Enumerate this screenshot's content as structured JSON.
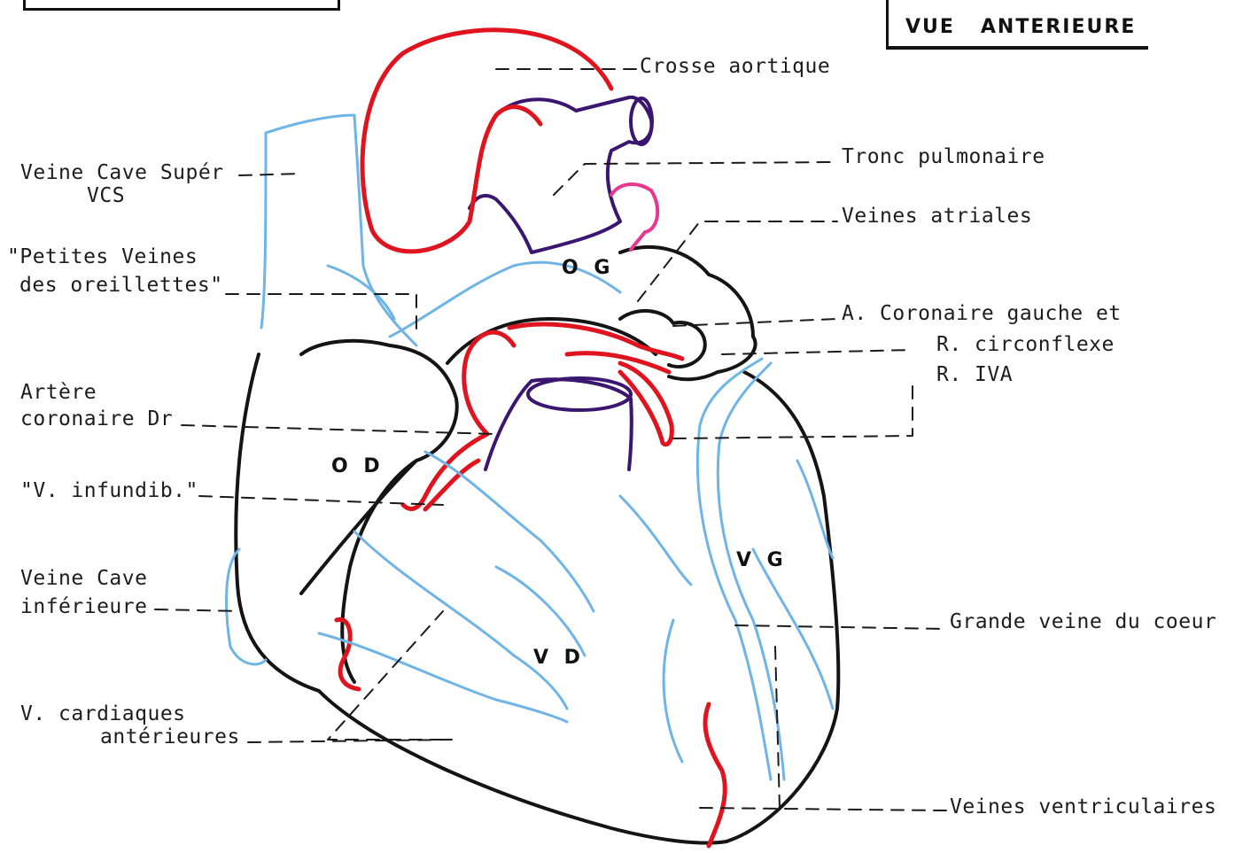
{
  "title": "VUE   ANTERIEURE",
  "labels": {
    "crosse_aortique": "Crosse aortique",
    "tronc_pulmonaire": "Tronc pulmonaire",
    "veines_atriales": "Veines atriales",
    "vcs_line1": "Veine Cave Supér",
    "vcs_line2": "VCS",
    "petites_veines_line1": "\"Petites Veines",
    "petites_veines_line2": "des oreillettes\"",
    "coronaire_gauche_line1": "A. Coronaire gauche et",
    "coronaire_gauche_line2": "R. circonflexe",
    "coronaire_gauche_line3": "R. IVA",
    "artere_coronaire_dr_line1": "Artère",
    "artere_coronaire_dr_line2": "coronaire Dr",
    "v_infundib": "\"V. infundib.\"",
    "vci_line1": "Veine Cave",
    "vci_line2": "inférieure",
    "grande_veine": "Grande veine du coeur",
    "v_cardiaques_line1": "V. cardiaques",
    "v_cardiaques_line2": "antérieures",
    "veines_ventriculaires": "Veines ventriculaires"
  },
  "regions": {
    "og": "O G",
    "od": "O D",
    "vg": "V G",
    "vd": "V D"
  },
  "colors": {
    "outline": "#141414",
    "artery": "#e0141e",
    "vein": "#6fb4e6",
    "great_vessel": "#3a1670",
    "pink": "#e8378f"
  }
}
